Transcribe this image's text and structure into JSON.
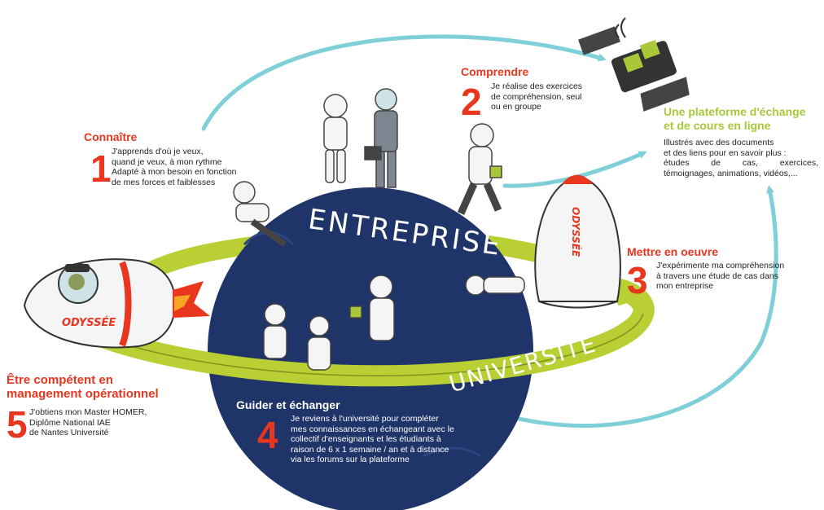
{
  "colors": {
    "accent_red": "#e8361f",
    "planet_navy": "#1f3468",
    "ring_green": "#b9cf33",
    "arrow_cyan": "#7fcfd8",
    "platform_green": "#a8c83a"
  },
  "planet": {
    "top_label": "ENTREPRISE",
    "ring_label": "UNIVERSITÉ"
  },
  "rockets": {
    "left_label": "ODYSSÉE",
    "right_label": "ODYSSÉE"
  },
  "steps": {
    "s1": {
      "title": "Connaître",
      "number": "1",
      "lines": [
        "J'apprends d'où je veux,",
        "quand je veux, à mon rythme",
        "Adapté à mon besoin en fonction",
        "de mes forces et faiblesses"
      ]
    },
    "s2": {
      "title": "Comprendre",
      "number": "2",
      "lines": [
        "Je réalise des exercices",
        "de compréhension, seul",
        "ou en groupe"
      ]
    },
    "s3": {
      "title": "Mettre en oeuvre",
      "number": "3",
      "lines": [
        "J'expérimente ma compréhension",
        "à travers une étude de cas dans",
        "mon entreprise"
      ]
    },
    "s4": {
      "title": "Guider et échanger",
      "number": "4",
      "lines": [
        "Je reviens à l'université pour compléter",
        "mes connaissances en échangeant avec le",
        "collectif d'enseignants et les étudiants à",
        "raison de 6 x 1 semaine / an et à distance",
        "via les forums sur la plateforme"
      ]
    },
    "s5": {
      "title_line1": "Être compétent en",
      "title_line2": "management opérationnel",
      "number": "5",
      "lines": [
        "J'obtiens mon Master HOMER,",
        "Diplôme National IAE",
        "de Nantes Université"
      ]
    }
  },
  "platform": {
    "title_line1": "Une plateforme d'échange",
    "title_line2": "et de cours en ligne",
    "lines": [
      "Illustrés avec des documents",
      "et des liens pour en savoir plus :",
      "études de cas, exercices,",
      "témoignages, animations, vidéos,..."
    ]
  },
  "icons": [
    "satellite-icon",
    "rocket-icon",
    "astronaut-icon",
    "wifi-icon"
  ]
}
